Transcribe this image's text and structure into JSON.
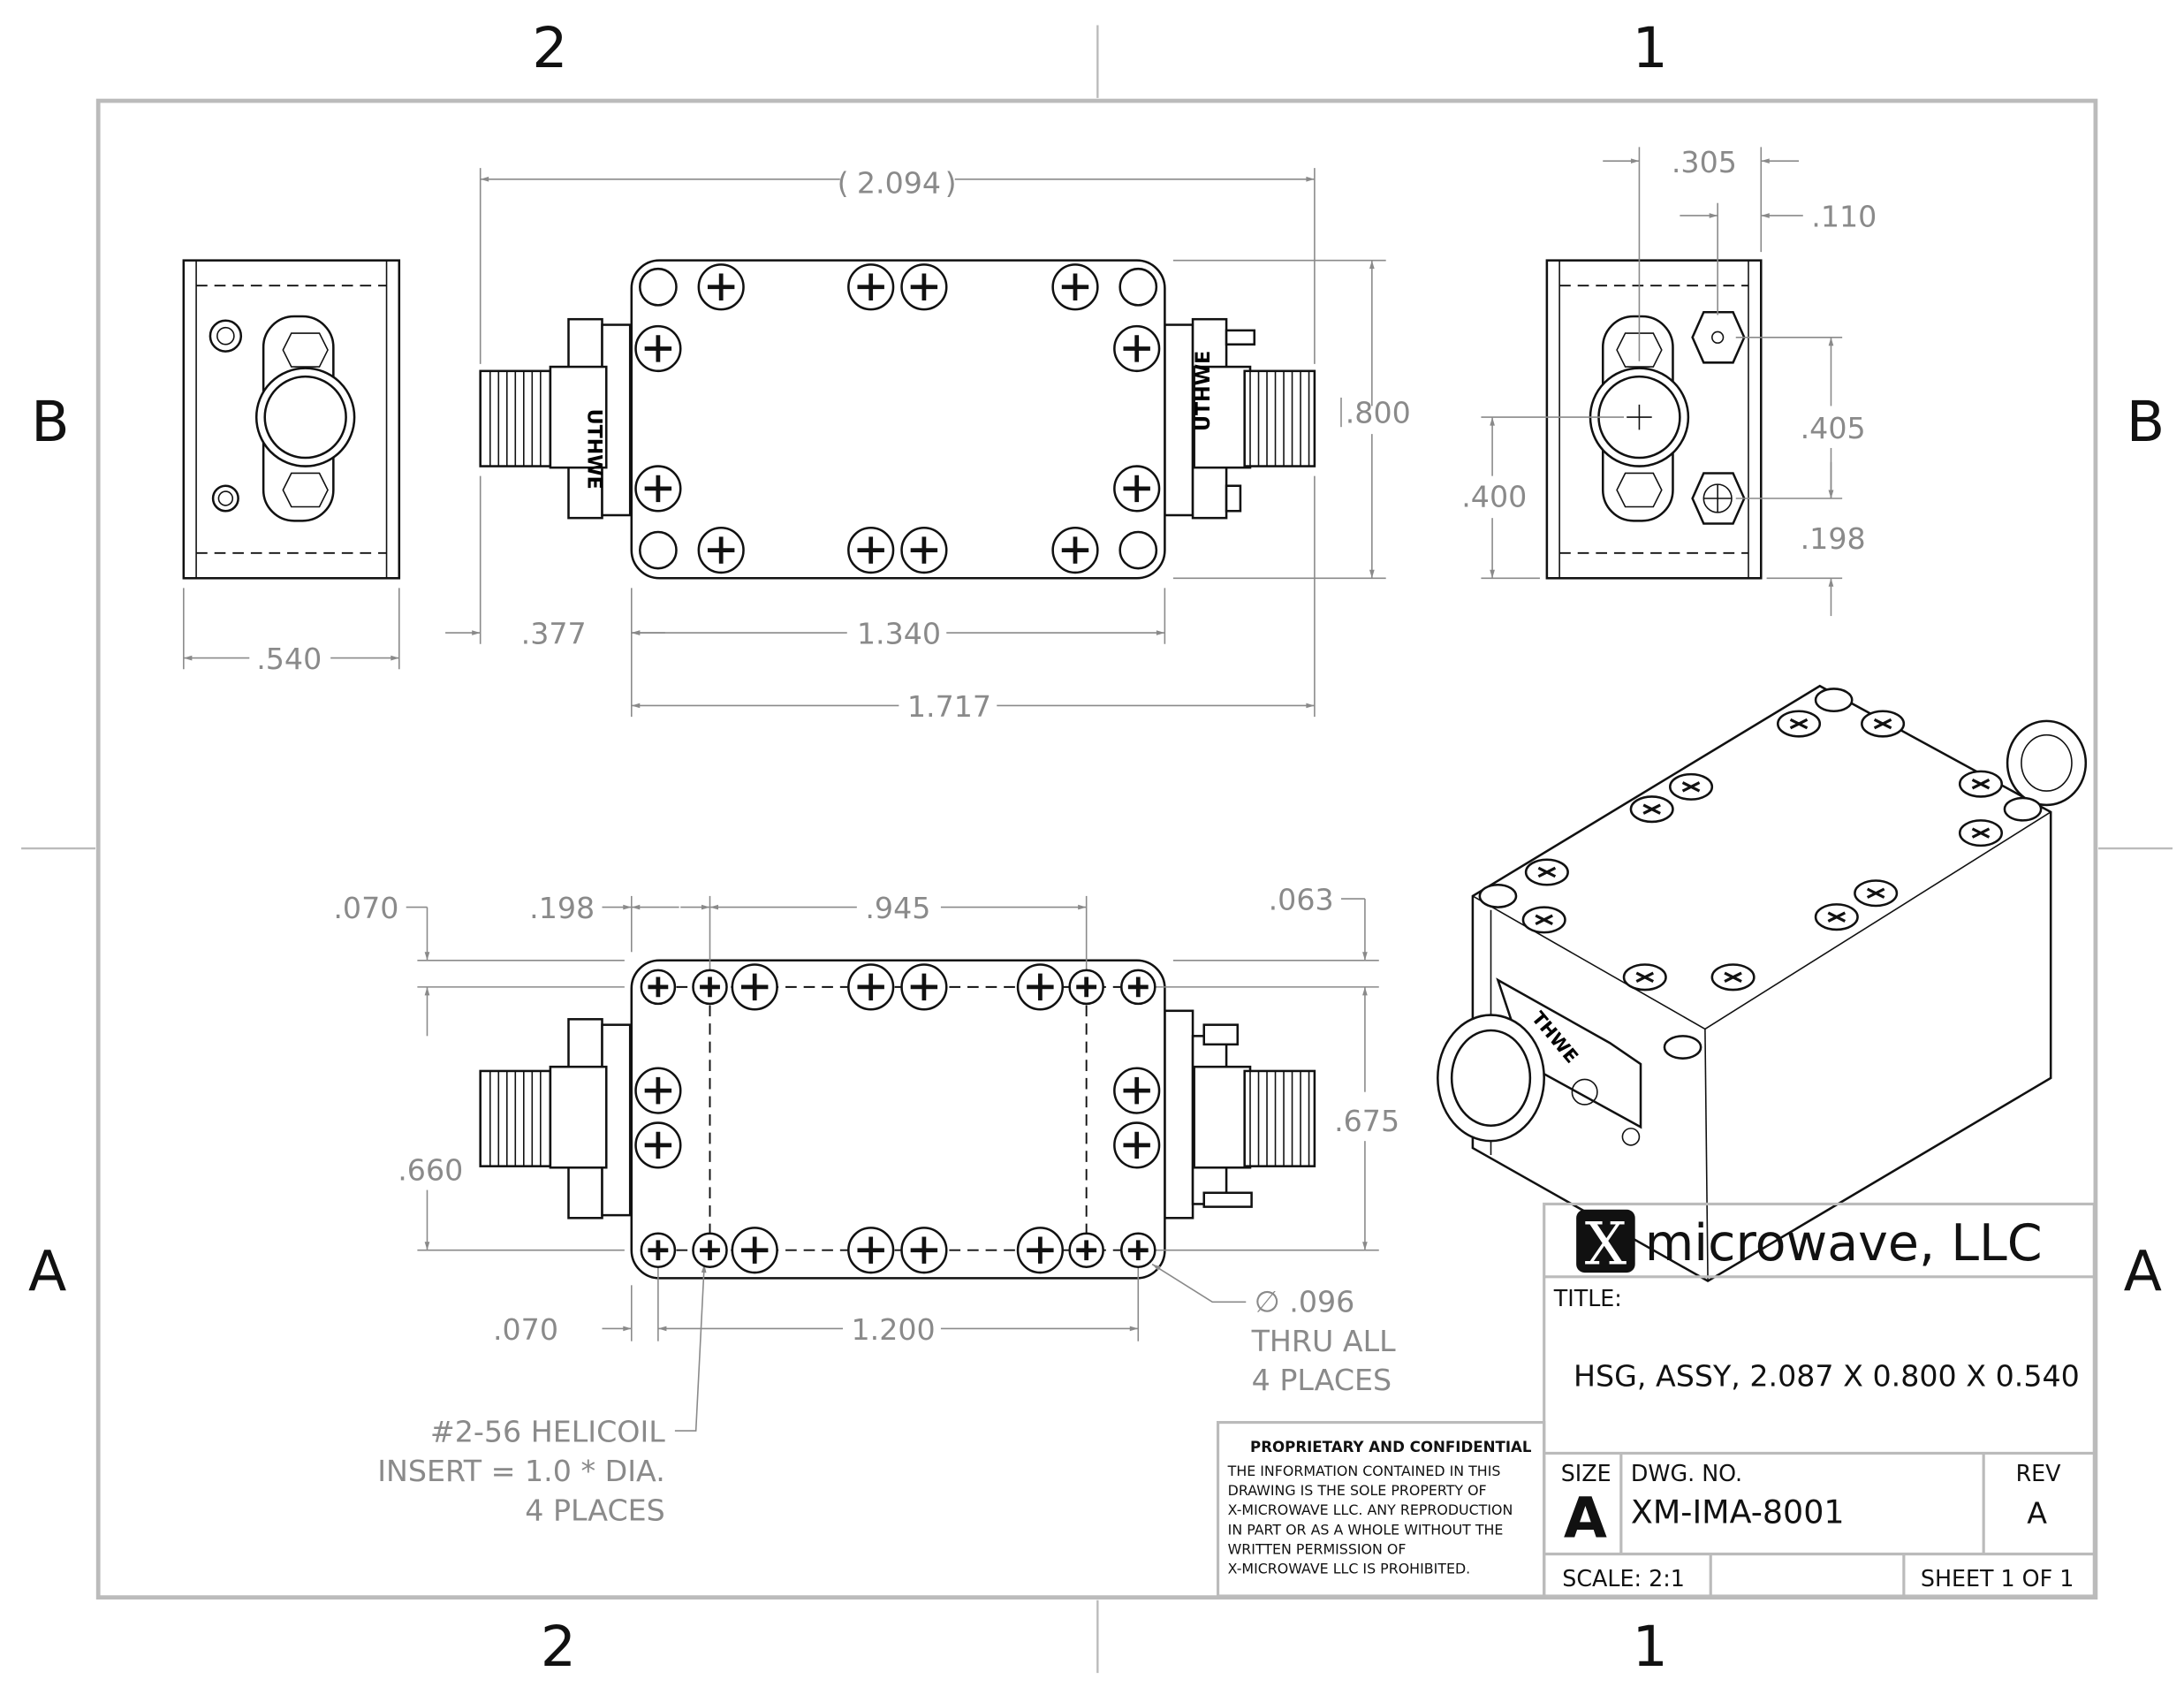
{
  "zones": {
    "top_left": "2",
    "top_right": "1",
    "bottom_left": "2",
    "bottom_right": "1",
    "left_upper": "B",
    "left_lower": "A",
    "right_upper": "B",
    "right_lower": "A"
  },
  "views": {
    "left_end": {
      "width": ".540"
    },
    "top": {
      "overall": "2.094",
      "height": ".800",
      "connector_offset": ".377",
      "body_width": "1.340",
      "with_connector": "1.717",
      "connector_label": "UTHWE"
    },
    "right_end": {
      "d305": ".305",
      "d110": ".110",
      "d405": ".405",
      "d400": ".400",
      "d198": ".198"
    },
    "bottom": {
      "d070_top": ".070",
      "d198": ".198",
      "d945": ".945",
      "d063": ".063",
      "d675": ".675",
      "d660": ".660",
      "d070_bottom": ".070",
      "d1200": "1.200",
      "hole_note": [
        "∅ .096",
        "THRU ALL",
        "4 PLACES"
      ],
      "helicoil_note": [
        "#2-56 HELICOIL",
        "INSERT = 1.0 * DIA.",
        "4 PLACES"
      ]
    },
    "iso": {
      "connector_label": "THWE"
    }
  },
  "title_block": {
    "company_mark": "X",
    "company_name": "microwave, LLC",
    "title_label": "TITLE:",
    "title": "HSG, ASSY, 2.087 X 0.800 X 0.540",
    "size_label": "SIZE",
    "size": "A",
    "dwg_no_label": "DWG.  NO.",
    "dwg_no": "XM-IMA-8001",
    "rev_label": "REV",
    "rev": "A",
    "scale": "SCALE: 2:1",
    "sheet": "SHEET 1 OF 1",
    "proprietary_heading": "PROPRIETARY AND CONFIDENTIAL",
    "proprietary_lines": [
      "THE INFORMATION CONTAINED IN THIS",
      "DRAWING IS THE SOLE PROPERTY OF",
      "X-MICROWAVE LLC.  ANY REPRODUCTION",
      "IN PART OR AS A WHOLE WITHOUT THE",
      "WRITTEN PERMISSION OF",
      "X-MICROWAVE LLC IS PROHIBITED."
    ]
  }
}
